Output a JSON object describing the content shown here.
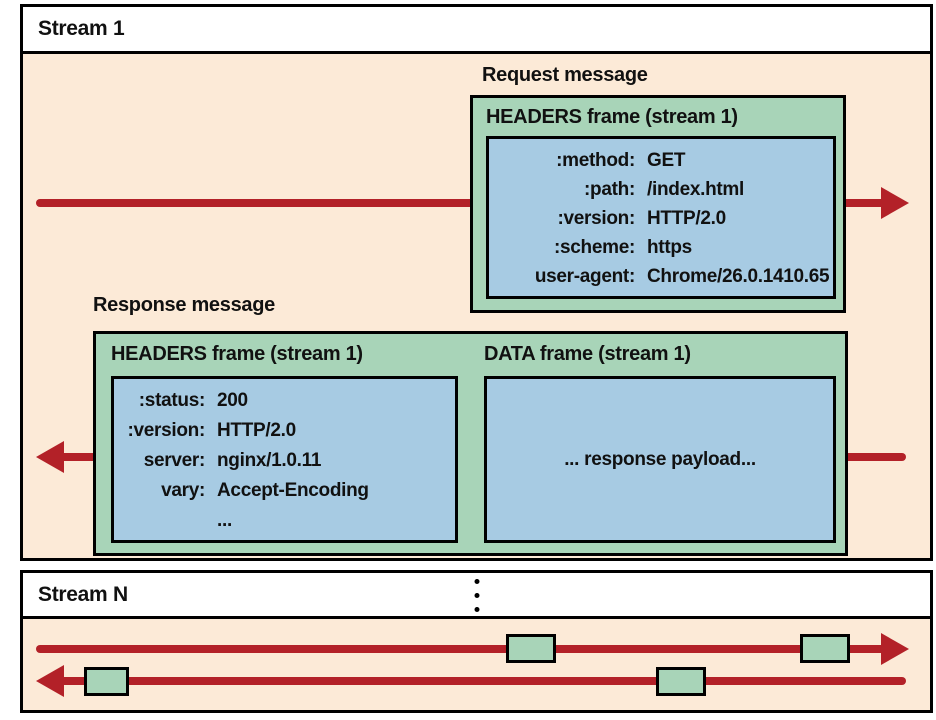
{
  "colors": {
    "peach": "#fcead7",
    "green": "#a8d4b8",
    "blue": "#a7cbe3",
    "red": "#b32128"
  },
  "stream1": {
    "label": "Stream 1"
  },
  "streamN": {
    "label": "Stream N"
  },
  "request": {
    "label": "Request message",
    "frame_title": "HEADERS frame (stream 1)",
    "headers": [
      {
        "key": ":method:",
        "value": "GET"
      },
      {
        "key": ":path:",
        "value": "/index.html"
      },
      {
        "key": ":version:",
        "value": "HTTP/2.0"
      },
      {
        "key": ":scheme:",
        "value": "https"
      },
      {
        "key": "user-agent:",
        "value": "Chrome/26.0.1410.65"
      }
    ]
  },
  "response": {
    "label": "Response message",
    "headers_frame_title": "HEADERS frame (stream 1)",
    "data_frame_title": "DATA frame (stream 1)",
    "headers": [
      {
        "key": ":status:",
        "value": "200"
      },
      {
        "key": ":version:",
        "value": "HTTP/2.0"
      },
      {
        "key": "server:",
        "value": "nginx/1.0.11"
      },
      {
        "key": "vary:",
        "value": "Accept-Encoding"
      },
      {
        "key": "",
        "value": "..."
      }
    ],
    "payload_text": "... response payload..."
  }
}
